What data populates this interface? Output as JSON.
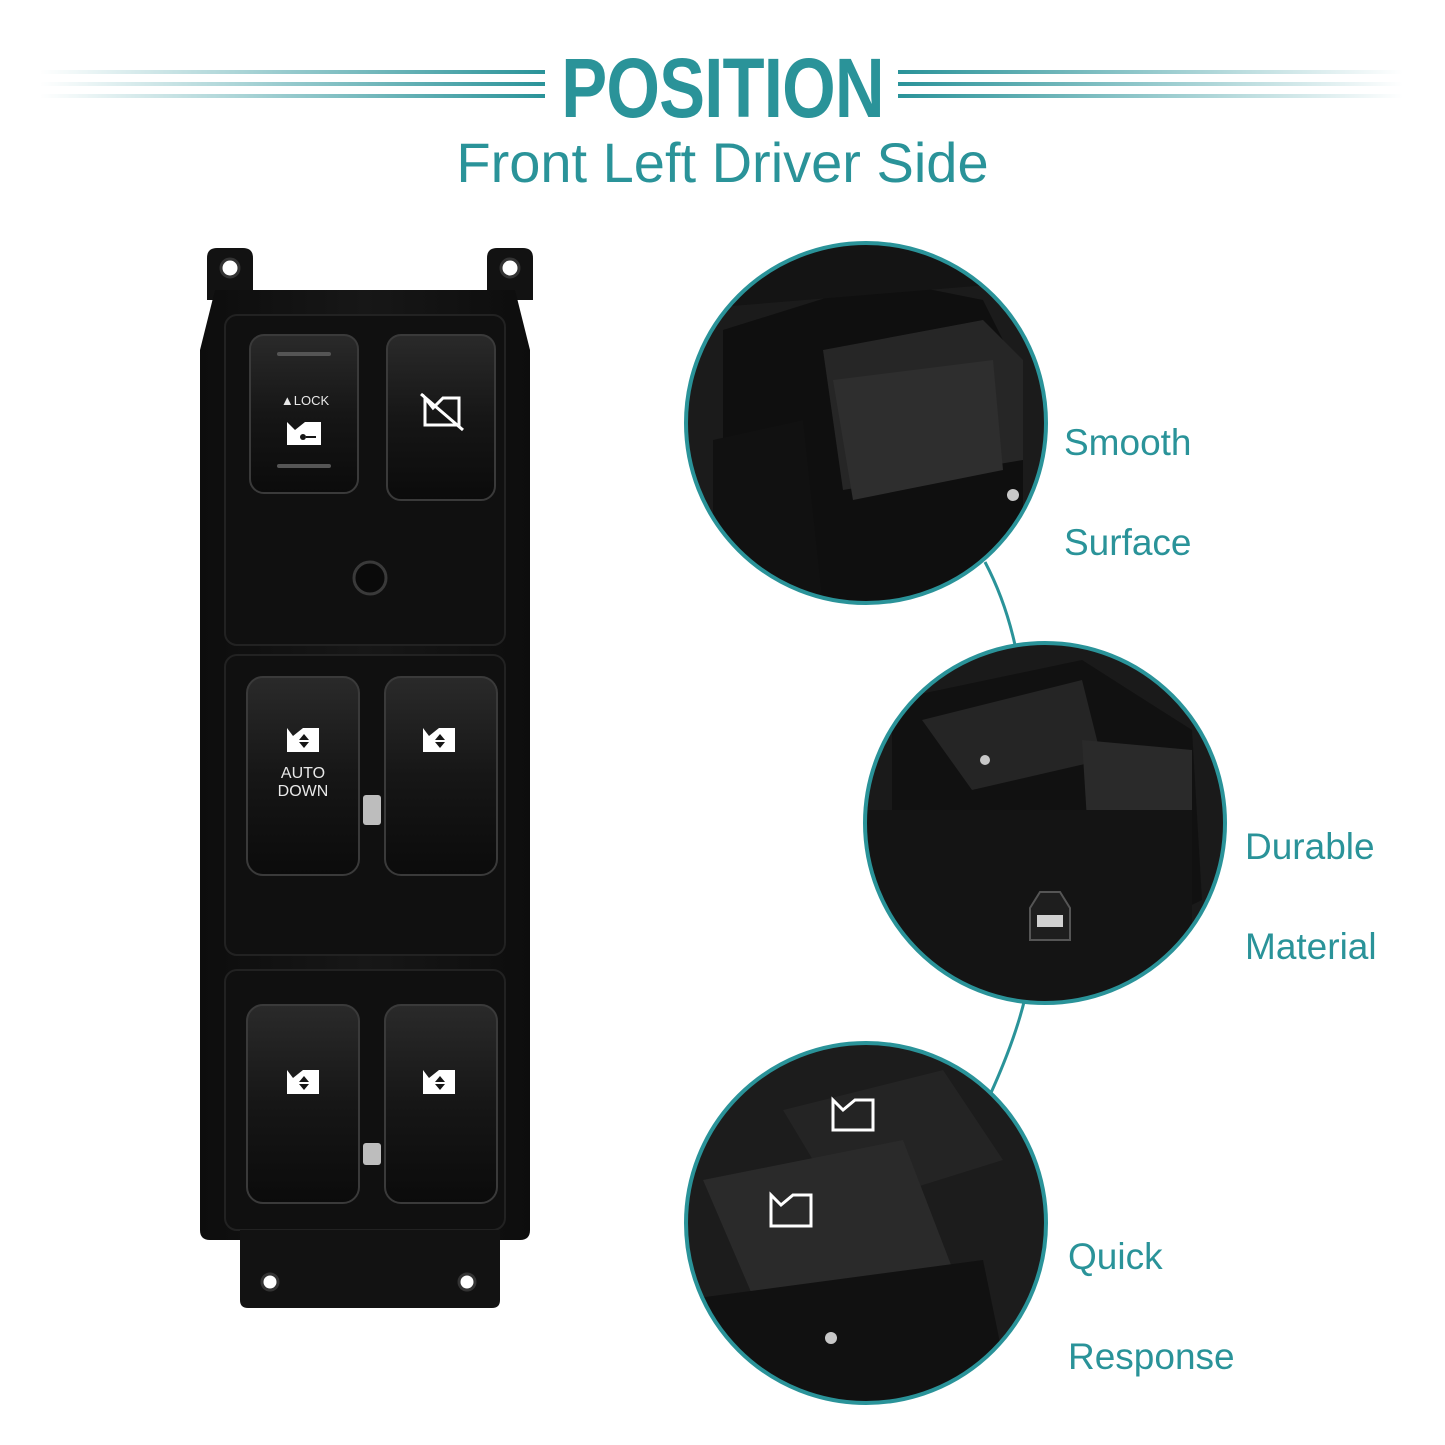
{
  "header": {
    "title": "POSITION",
    "subtitle": "Front Left Driver Side"
  },
  "colors": {
    "accent": "#2a9399",
    "product": "#121212",
    "label": "#2a9399"
  },
  "product": {
    "lock_label": "▲LOCK",
    "auto_down_line1": "AUTO",
    "auto_down_line2": "DOWN"
  },
  "features": [
    {
      "label_line1": "Smooth",
      "label_line2": "Surface",
      "icon": "zoom-circle"
    },
    {
      "label_line1": "Durable",
      "label_line2": "Material",
      "icon": "zoom-circle"
    },
    {
      "label_line1": "Quick",
      "label_line2": "Response",
      "icon": "zoom-circle"
    }
  ]
}
